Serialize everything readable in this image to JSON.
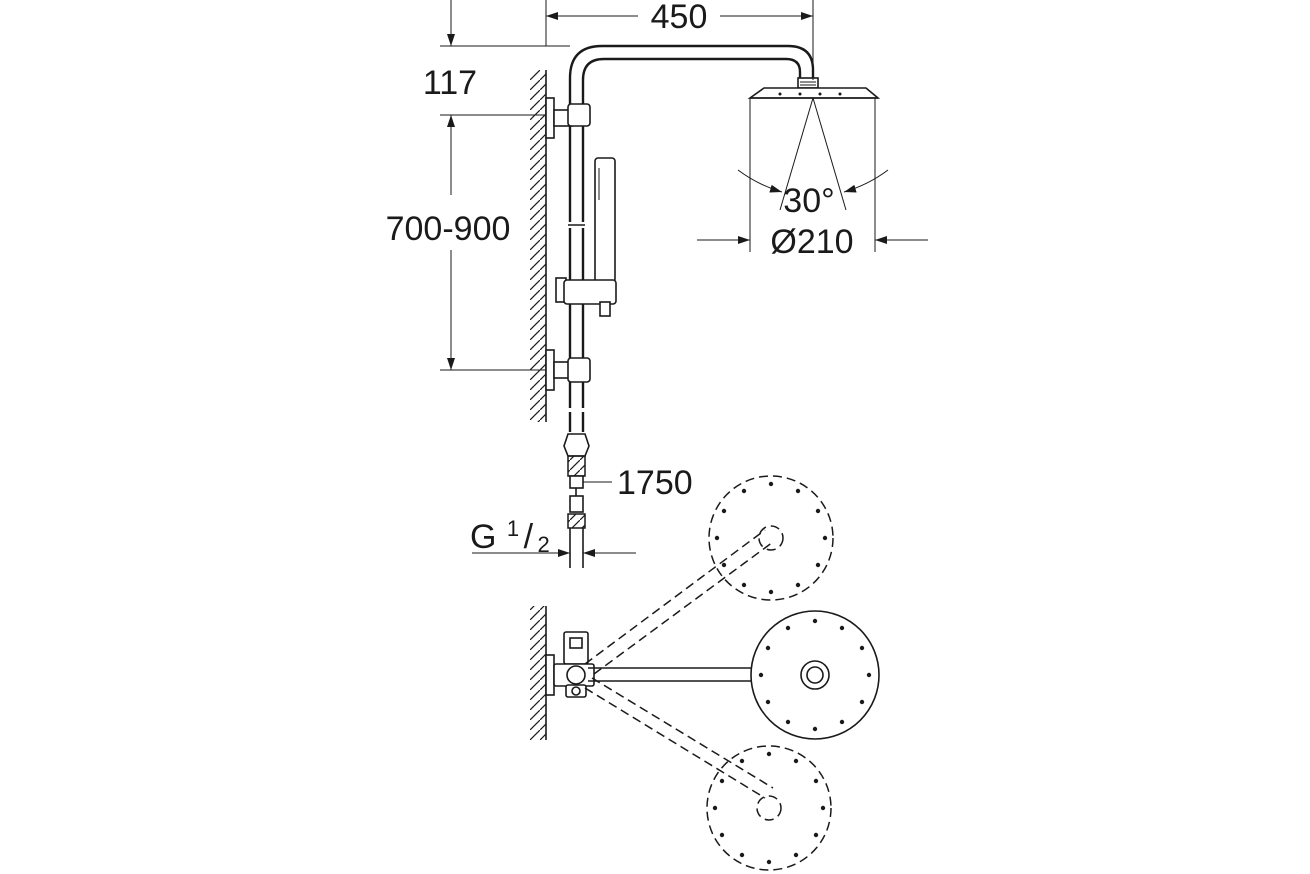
{
  "dimensions": {
    "top_width": "450",
    "arm_height": "117",
    "rail_range": "700-900",
    "hose_length": "1750",
    "spray_angle": "30°",
    "head_diameter": "Ø210"
  },
  "thread": {
    "letter": "G",
    "numerator": "1",
    "slash": "/",
    "denominator": "2"
  },
  "colors": {
    "line": "#1a1a1a",
    "background": "#ffffff"
  }
}
